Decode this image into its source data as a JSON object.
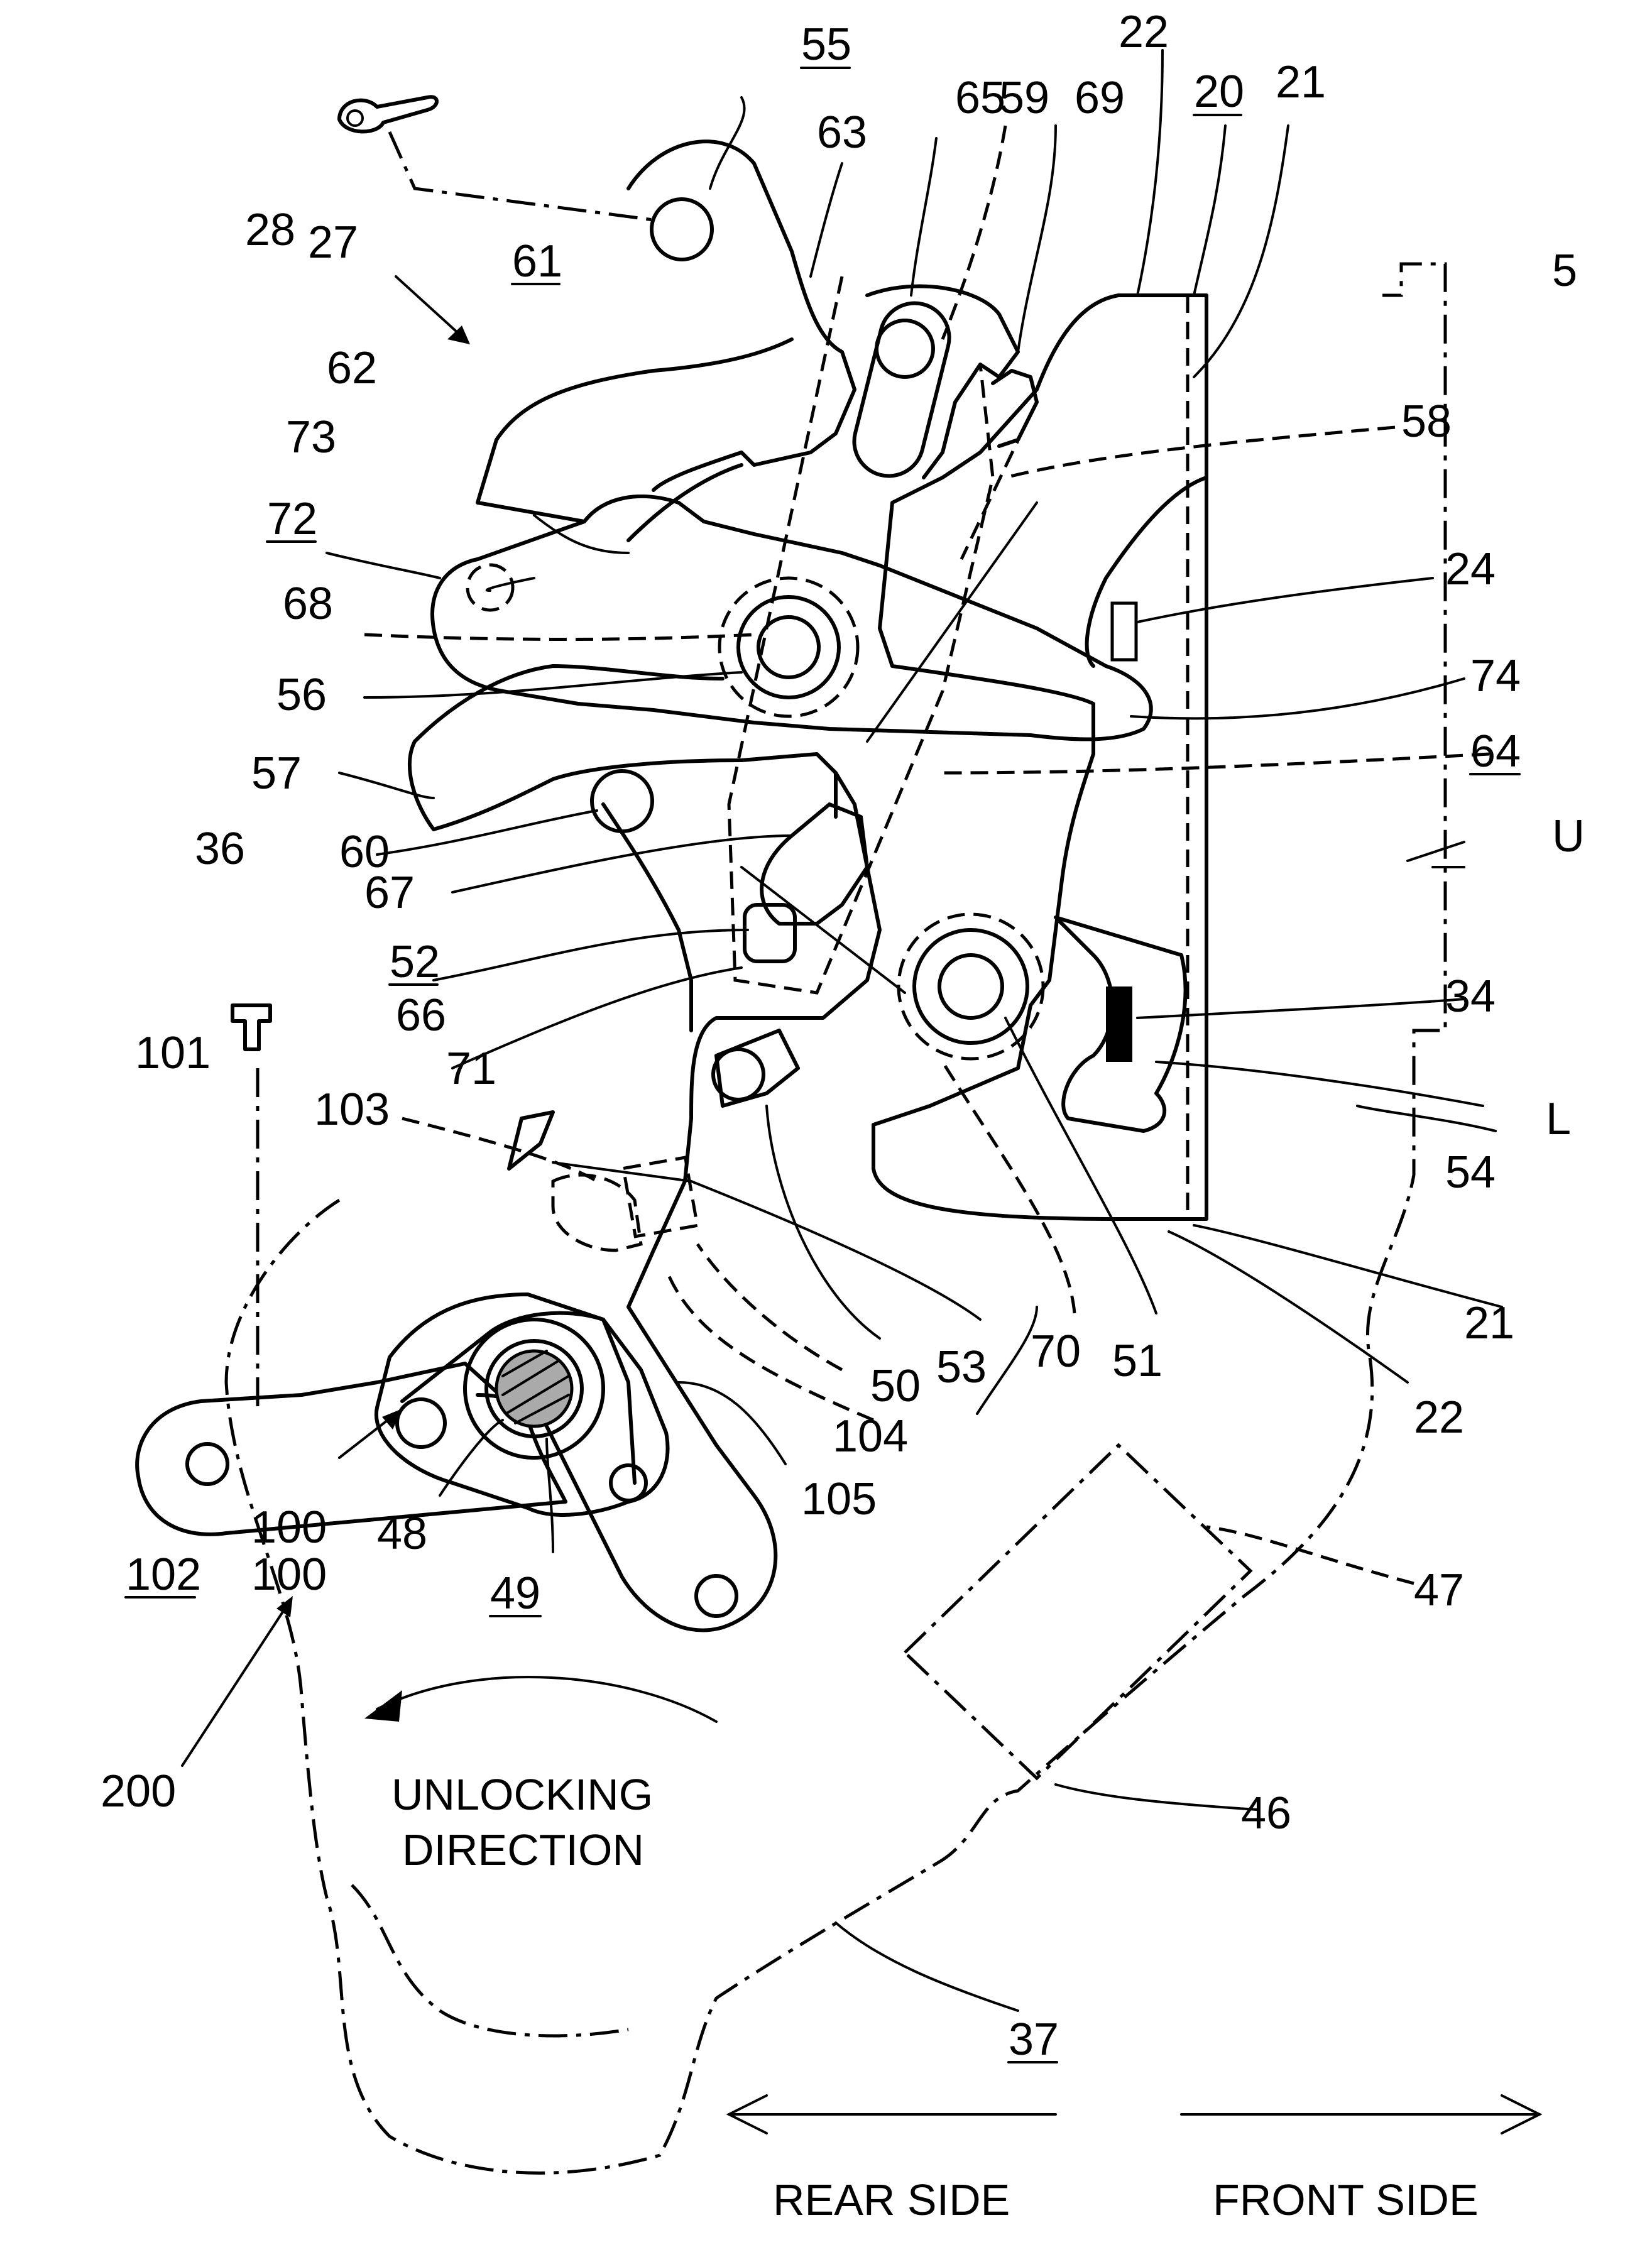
{
  "labels": {
    "l5": "5",
    "l20": "20",
    "l21a": "21",
    "l21b": "21",
    "l22a": "22",
    "l22b": "22",
    "l24": "24",
    "l27": "27",
    "l28": "28",
    "l34": "34",
    "l36": "36",
    "l37": "37",
    "l46": "46",
    "l47": "47",
    "l48": "48",
    "l49": "49",
    "l50": "50",
    "l51": "51",
    "l52": "52",
    "l53": "53",
    "l54": "54",
    "l55": "55",
    "l56": "56",
    "l57": "57",
    "l58": "58",
    "l59": "59",
    "l60": "60",
    "l61": "61",
    "l62": "62",
    "l63": "63",
    "l64": "64",
    "l65": "65",
    "l66": "66",
    "l67": "67",
    "l68": "68",
    "l69": "69",
    "l70": "70",
    "l71": "71",
    "l72": "72",
    "l73": "73",
    "l74": "74",
    "l100": "100",
    "l100b": "100",
    "l101": "101",
    "l102": "102",
    "l103": "103",
    "l104": "104",
    "l105": "105",
    "l200": "200",
    "lU": "U",
    "lL": "L"
  },
  "captions": {
    "unlocking_line1": "UNLOCKING",
    "unlocking_line2": "DIRECTION",
    "rear_side": "REAR SIDE",
    "front_side": "FRONT SIDE"
  }
}
